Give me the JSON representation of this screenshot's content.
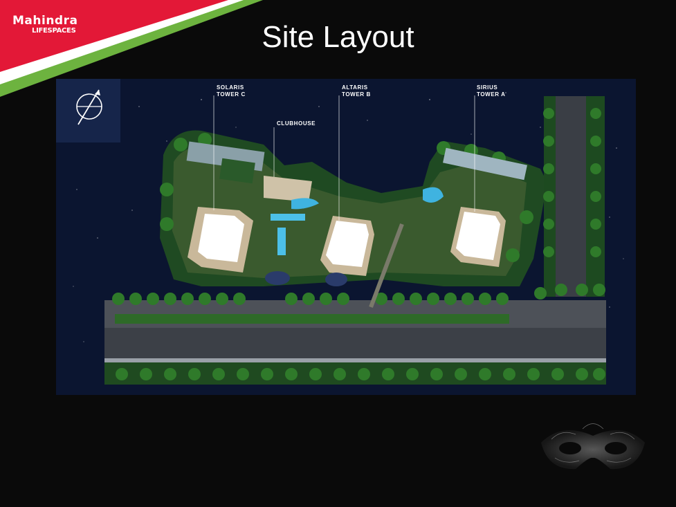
{
  "slide": {
    "title": "Site Layout"
  },
  "logo": {
    "brand": "Mahindra",
    "sub": "LIFESPACES"
  },
  "map": {
    "labels": {
      "solaris_line1": "SOLARIS",
      "solaris_line2": "TOWER C",
      "altaris_line1": "ALTARIS",
      "altaris_line2": "TOWER B",
      "sirius_line1": "SIRIUS",
      "sirius_line2": "TOWER A",
      "clubhouse": "CLUBHOUSE"
    },
    "compass_icon": "compass-icon"
  },
  "colors": {
    "background": "#0a0a0a",
    "brand_red": "#e31837",
    "stripe_green": "#6db33f",
    "night_sky": "#0b1530",
    "foliage": "#2f6b2a"
  }
}
